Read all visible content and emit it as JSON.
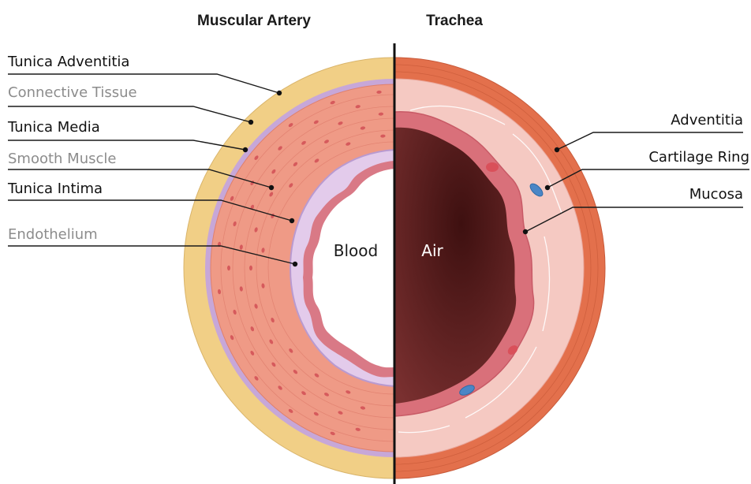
{
  "headers": {
    "artery": "Muscular Artery",
    "trachea": "Trachea"
  },
  "artery_labels": [
    {
      "id": "tunica-adventitia",
      "text": "Tunica Adventitia",
      "kind": "primary"
    },
    {
      "id": "connective-tissue",
      "text": "Connective Tissue",
      "kind": "secondary"
    },
    {
      "id": "tunica-media",
      "text": "Tunica Media",
      "kind": "primary"
    },
    {
      "id": "smooth-muscle",
      "text": "Smooth Muscle",
      "kind": "secondary"
    },
    {
      "id": "tunica-intima",
      "text": "Tunica Intima",
      "kind": "primary"
    },
    {
      "id": "endothelium",
      "text": "Endothelium",
      "kind": "secondary"
    }
  ],
  "trachea_labels": [
    {
      "id": "adventitia",
      "text": "Adventitia"
    },
    {
      "id": "cartilage-ring",
      "text": "Cartilage Ring"
    },
    {
      "id": "mucosa",
      "text": "Mucosa"
    }
  ],
  "lumen": {
    "artery": "Blood",
    "trachea": "Air"
  },
  "colors": {
    "artery_adventitia": "#f1cf86",
    "artery_boundary": "#c7a7d8",
    "artery_media": "#ef9a86",
    "artery_intima": "#e3cbeb",
    "artery_endothelium": "#d97986",
    "trachea_outer": "#e3704c",
    "trachea_submucosa": "#f5c9c2",
    "trachea_mucosa": "#d9707a",
    "trachea_lumen": "#5b1e1e",
    "cartilage": "#4a86c6",
    "divider": "#111111"
  }
}
